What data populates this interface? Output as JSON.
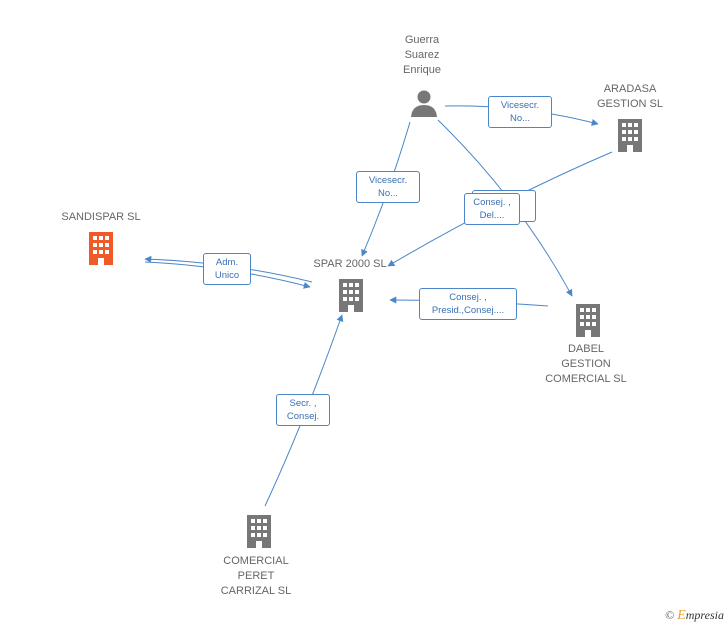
{
  "nodes": {
    "guerra": {
      "lines": [
        "Guerra",
        "Suarez",
        "Enrique"
      ],
      "kind": "person"
    },
    "aradasa": {
      "lines": [
        "ARADASA",
        "GESTION SL"
      ],
      "kind": "company"
    },
    "sandispar": {
      "lines": [
        "SANDISPAR SL"
      ],
      "kind": "company-highlight"
    },
    "spar2000": {
      "lines": [
        "SPAR 2000  SL"
      ],
      "kind": "company"
    },
    "dabel": {
      "lines": [
        "DABEL",
        "GESTION",
        "COMERCIAL SL"
      ],
      "kind": "company"
    },
    "comercial": {
      "lines": [
        "COMERCIAL",
        "PERET",
        "CARRIZAL SL"
      ],
      "kind": "company"
    }
  },
  "edges": {
    "e1": {
      "lines": [
        "Vicesecr.",
        "No..."
      ]
    },
    "e2": {
      "lines": [
        "Vicesecr.",
        "No..."
      ]
    },
    "e3": {
      "lines": [
        "Consej. ,",
        "Del...."
      ]
    },
    "e4": {
      "lines": [
        "Adm.",
        "Unico"
      ]
    },
    "e5": {
      "lines": [
        "Consej. ,",
        "Presid.,Consej...."
      ]
    },
    "e6": {
      "lines": [
        "Secr. ,",
        "Consej."
      ]
    }
  },
  "brand": {
    "copyright": "©",
    "e": "E",
    "rest": "mpresia"
  },
  "colors": {
    "edge": "#4a86c8",
    "node": "#777777",
    "highlight": "#f05a28"
  }
}
